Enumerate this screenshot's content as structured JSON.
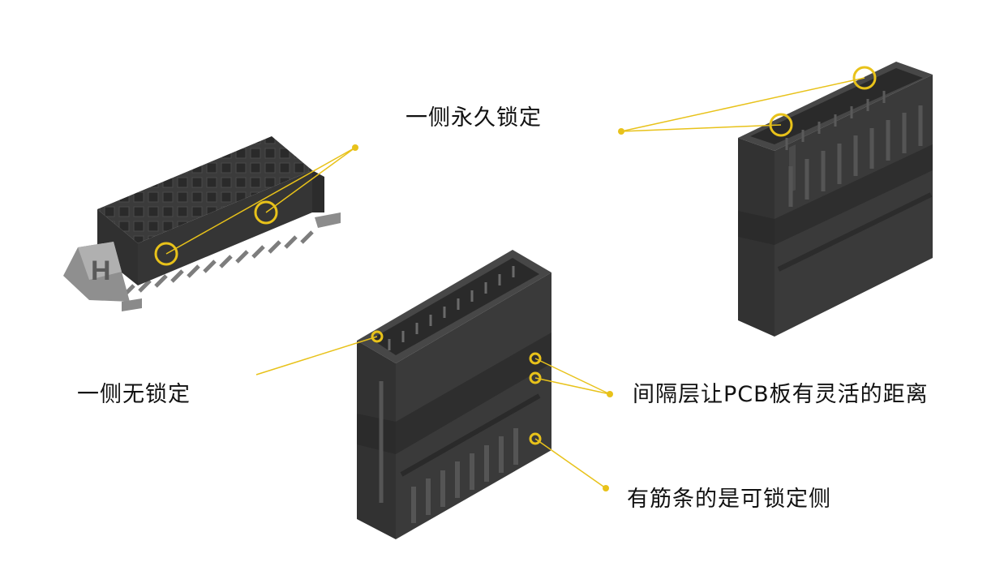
{
  "labels": {
    "permanent_lock": "一侧永久锁定",
    "no_lock": "一侧无锁定",
    "spacer_layer": "间隔层让PCB板有灵活的距离",
    "ribbed_lockable": "有筋条的是可锁定侧"
  },
  "colors": {
    "accent": "#E8C21A",
    "connector_body": "#3a3a3a",
    "metal_frame": "#8f8f8f"
  }
}
